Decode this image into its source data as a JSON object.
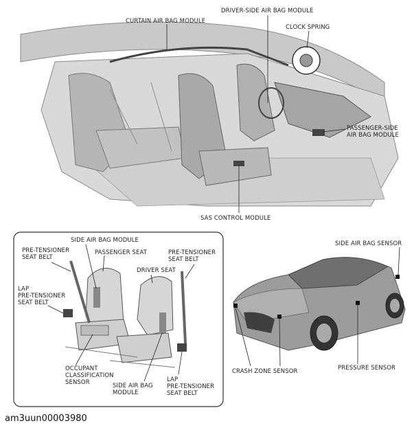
{
  "top_diagram": {
    "labels": {
      "curtain": "CURTAIN AIR BAG MODULE",
      "driver_side": "DRIVER-SIDE AIR BAG MODULE",
      "clock_spring": "CLOCK SPRING",
      "passenger_side": "PASSENGER-SIDE\nAIR BAG MODULE",
      "sas": "SAS CONTROL MODULE"
    }
  },
  "seat_diagram": {
    "labels": {
      "side_airbag_module_top": "SIDE AIR BAG MODULE",
      "pretensioner_left": "PRE-TENSIONER\nSEAT BELT",
      "passenger_seat": "PASSENGER SEAT",
      "driver_seat": "DRIVER SEAT",
      "pretensioner_right": "PRE-TENSIONER\nSEAT BELT",
      "lap_pretensioner_left": "LAP\nPRE-TENSIONER\nSEAT BELT",
      "occupant_sensor": "OCCUPANT\nCLASSIFICATION\nSENSOR",
      "side_airbag_module_bottom": "SIDE AIR BAG\nMODULE",
      "lap_pretensioner_right": "LAP\nPRE-TENSIONER\nSEAT BELT"
    }
  },
  "car_diagram": {
    "labels": {
      "side_airbag_sensor": "SIDE AIR BAG SENSOR",
      "crash_zone": "CRASH ZONE SENSOR",
      "pressure": "PRESSURE SENSOR"
    }
  },
  "caption": "am3uun00003980"
}
